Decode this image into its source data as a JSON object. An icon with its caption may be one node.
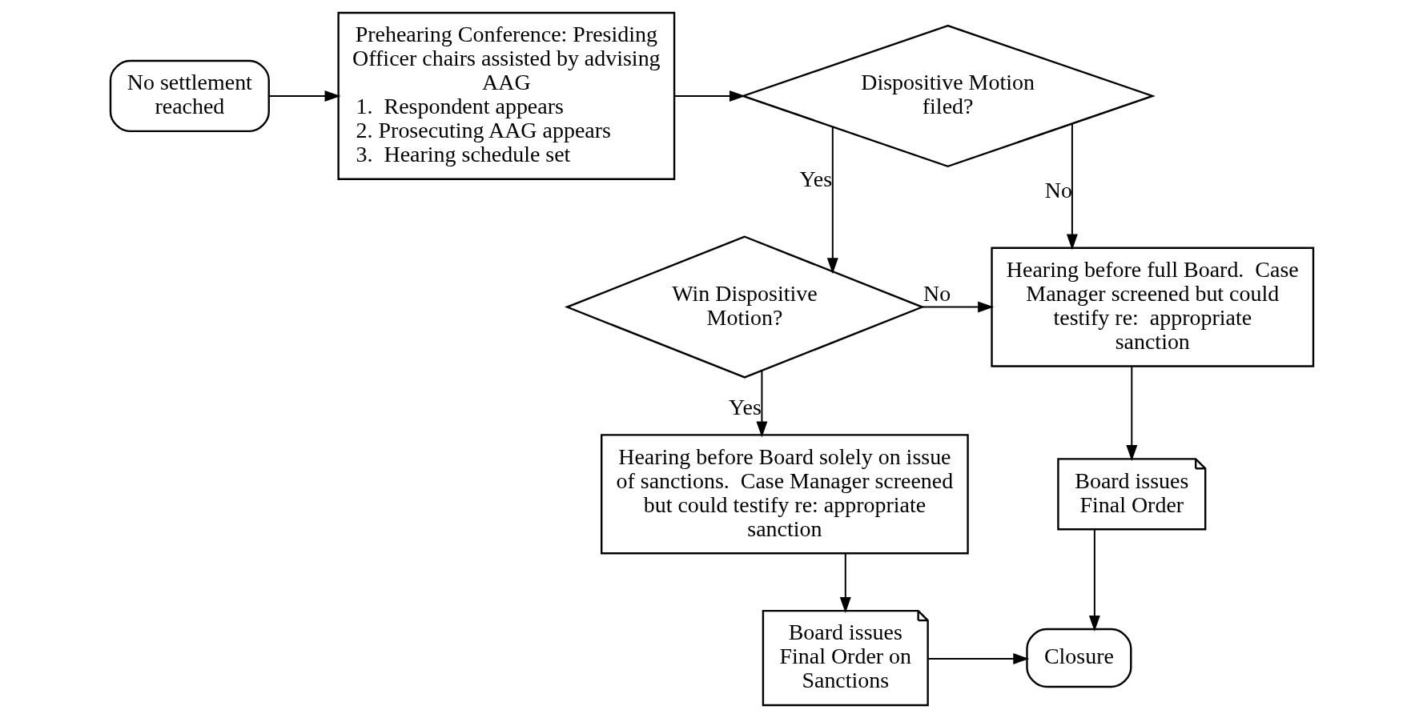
{
  "diagram": {
    "nodes": [
      {
        "text": [
          "No settlement reached"
        ]
      },
      {
        "text": [
          "Prehearing Conference: Presiding Officer chairs assisted by advising AAG",
          "1.  Respondent appears",
          "2. Prosecuting AAG appears",
          "3.  Hearing schedule set"
        ]
      },
      {
        "text": [
          "Dispositive Motion filed?"
        ]
      },
      {
        "text": [
          "Hearing before full Board.  Case Manager screened but could testify re:  appropriate sanction"
        ]
      },
      {
        "text": [
          "Win Dispositive Motion?"
        ]
      },
      {
        "text": [
          "Board issues Final Order"
        ]
      },
      {
        "text": [
          "Hearing before Board solely on issue of sanctions.  Case Manager screened but could testify re: appropriate sanction"
        ]
      },
      {
        "text": [
          "Closure"
        ]
      },
      {
        "text": [
          "Board issues Final Order on Sanctions"
        ]
      }
    ],
    "edges": [
      {
        "from": 0,
        "to": 1,
        "arrow": "to"
      },
      {
        "from": 1,
        "to": 2,
        "arrow": "to"
      },
      {
        "from": 2,
        "to": 4,
        "arrow": "to",
        "label": "Yes"
      },
      {
        "from": 2,
        "to": 3,
        "arrow": "to",
        "label": "No"
      },
      {
        "from": 4,
        "to": 3,
        "arrow": "to",
        "label": "No"
      },
      {
        "from": 4,
        "to": 6,
        "arrow": "to",
        "label": "Yes"
      },
      {
        "from": 3,
        "to": 5,
        "arrow": "to"
      },
      {
        "from": 5,
        "to": 7,
        "arrow": "to"
      },
      {
        "from": 6,
        "to": 8,
        "arrow": "to"
      },
      {
        "from": 8,
        "to": 7,
        "arrow": "to"
      }
    ]
  }
}
